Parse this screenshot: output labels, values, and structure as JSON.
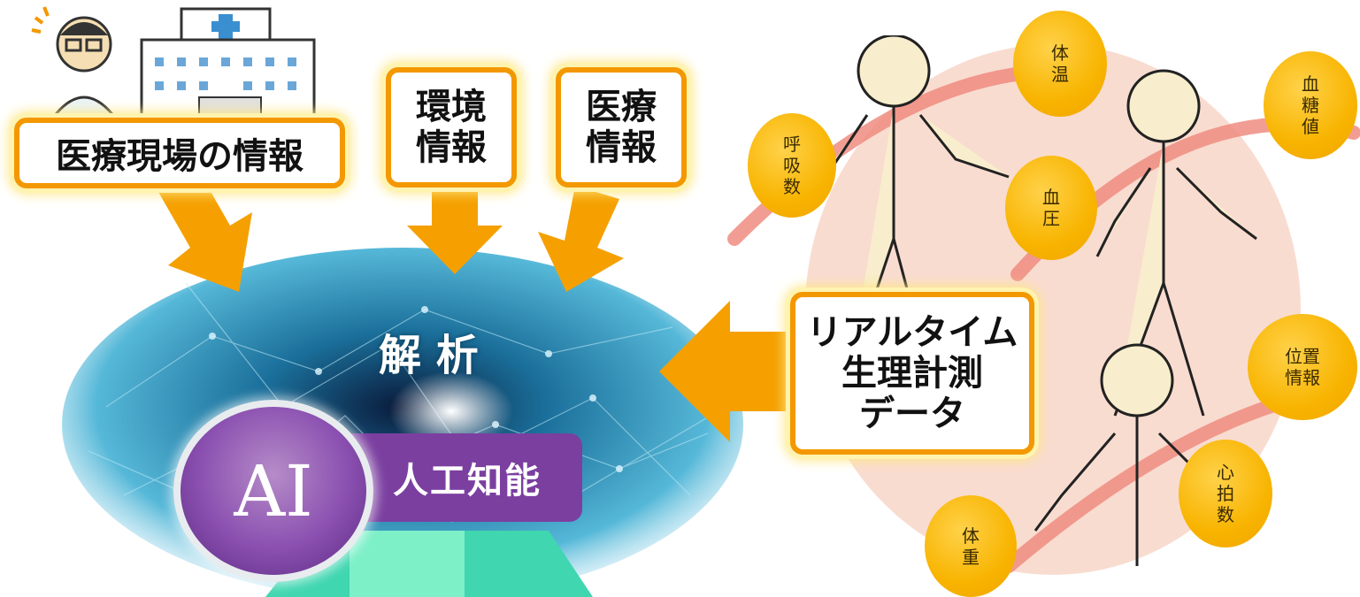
{
  "sources": {
    "medical_site": "医療現場の情報",
    "environment": "環境\n情報",
    "medical": "医療\n情報"
  },
  "analysis": {
    "title": "解 析",
    "ai_badge": "AI",
    "ai_label": "人工知能"
  },
  "realtime": "リアルタイム\n生理計測\nデータ",
  "vitals": {
    "temperature": "体\n温",
    "respiration": "呼\n吸\n数",
    "blood_pressure": "血\n圧",
    "blood_sugar": "血\n糖\n値",
    "location": "位置\n情報",
    "heart_rate": "心\n拍\n数",
    "weight": "体\n重"
  },
  "colors": {
    "accent": "#f39800",
    "bubble": "#f8b400",
    "ai_purple": "#7b3fa0",
    "orbit": "#f08c80",
    "disc": "#f9dcd0",
    "brain_blue": "#1a8fb8"
  }
}
